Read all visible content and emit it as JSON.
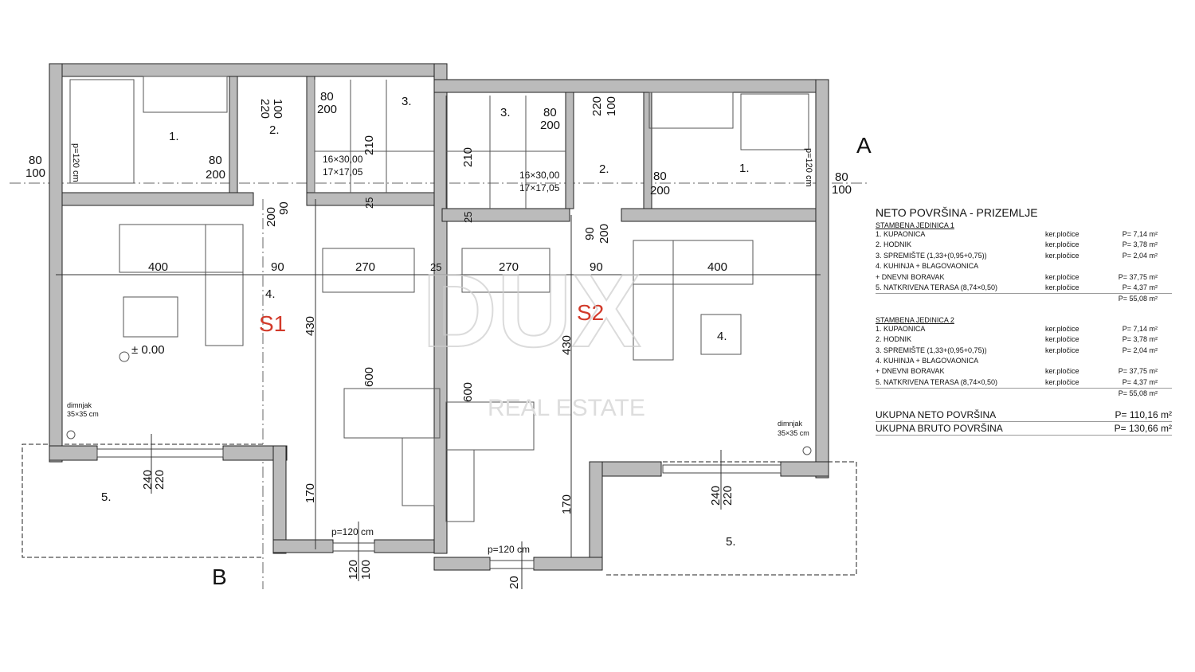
{
  "plan": {
    "unit1": "S1",
    "unit2": "S2",
    "section_a": "A",
    "section_b": "B",
    "rooms": {
      "r1": "1.",
      "r2": "2.",
      "r3": "3.",
      "r4": "4.",
      "r5": "5."
    },
    "dims": {
      "d80": "80",
      "d100": "100",
      "d220": "220",
      "d200": "200",
      "d90": "90",
      "d400": "400",
      "d270": "270",
      "d430": "430",
      "d600": "600",
      "d170": "170",
      "d240": "240",
      "d120": "120",
      "d210": "210",
      "d25": "25",
      "d20": "20"
    },
    "stairs_a": "16×30,00",
    "stairs_b": "17×17,05",
    "sill": "p=120 cm",
    "level": "± 0.00",
    "chimney": "dimnjak",
    "chimney_size": "35×35 cm",
    "watermark": "DUX",
    "watermark_sub": "REAL ESTATE"
  },
  "legend": {
    "title": "NETO  POVRŠINA -  PRIZEMLJE",
    "units": [
      {
        "name": "STAMBENA JEDINICA  1",
        "rows": [
          {
            "n": "1. KUPAONICA",
            "m": "ker.pločice",
            "p": "P=   7,14 m²"
          },
          {
            "n": "2. HODNIK",
            "m": "ker.pločice",
            "p": "P=   3,78 m²"
          },
          {
            "n": "3. SPREMIŠTE (1,33+(0,95+0,75))",
            "m": "ker.pločice",
            "p": "P=   2,04 m²"
          },
          {
            "n": "4. KUHINJA + BLAGOVAONICA",
            "m": "",
            "p": ""
          },
          {
            "n": " + DNEVNI BORAVAK",
            "m": "ker.pločice",
            "p": "P=  37,75 m²"
          },
          {
            "n": "5. NATKRIVENA TERASA (8,74×0,50)",
            "m": "ker.pločice",
            "p": "P=   4,37 m²"
          }
        ],
        "total": "P=  55,08 m²"
      },
      {
        "name": "STAMBENA JEDINICA  2",
        "rows": [
          {
            "n": "1. KUPAONICA",
            "m": "ker.pločice",
            "p": "P=   7,14 m²"
          },
          {
            "n": "2. HODNIK",
            "m": "ker.pločice",
            "p": "P=   3,78 m²"
          },
          {
            "n": "3. SPREMIŠTE (1,33+(0,95+0,75))",
            "m": "ker.pločice",
            "p": "P=   2,04 m²"
          },
          {
            "n": "4. KUHINJA + BLAGOVAONICA",
            "m": "",
            "p": ""
          },
          {
            "n": " + DNEVNI BORAVAK",
            "m": "ker.pločice",
            "p": "P=  37,75 m²"
          },
          {
            "n": "5. NATKRIVENA TERASA (8,74×0,50)",
            "m": "ker.pločice",
            "p": "P=   4,37 m²"
          }
        ],
        "total": "P=  55,08 m²"
      }
    ],
    "neto_label": "UKUPNA NETO POVRŠINA",
    "neto_value": "P= 110,16 m²",
    "bruto_label": "UKUPNA BRUTO POVRŠINA",
    "bruto_value": "P= 130,66 m²"
  }
}
